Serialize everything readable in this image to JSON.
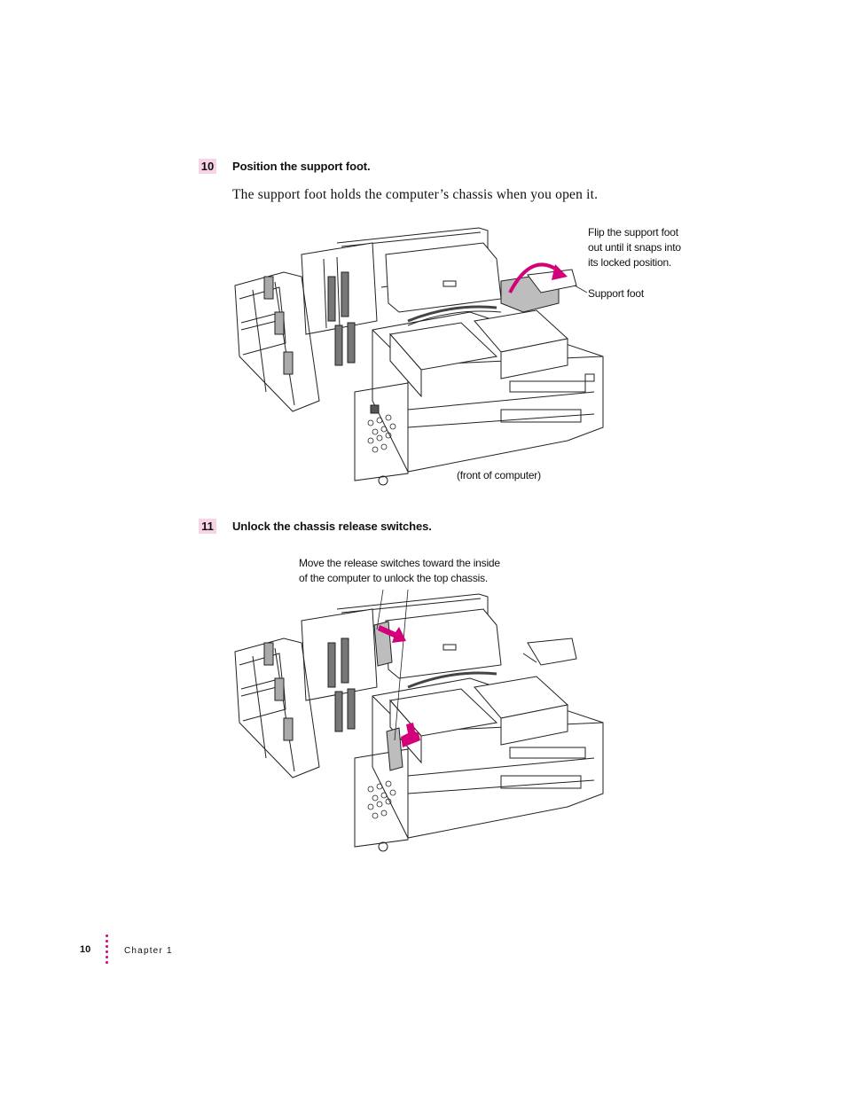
{
  "step10": {
    "number": "10",
    "title": "Position the support foot.",
    "body": "The support foot holds the computer’s chassis when you open it.",
    "callout_flip": [
      "Flip the support foot",
      "out until it snaps into",
      "its locked position."
    ],
    "callout_foot": "Support foot",
    "callout_front": "(front of computer)"
  },
  "step11": {
    "number": "11",
    "title": "Unlock the chassis release switches.",
    "callout_move": [
      "Move the release switches toward the inside",
      "of the computer to unlock the top chassis."
    ]
  },
  "footer": {
    "page_number": "10",
    "chapter": "Chapter 1"
  },
  "colors": {
    "accent": "#d4007a",
    "step_highlight": "#f7d3e6",
    "line": "#222222",
    "shade": "#bdbdbd"
  },
  "icons": [
    "rotate-arrow-icon",
    "push-arrow-icon"
  ]
}
